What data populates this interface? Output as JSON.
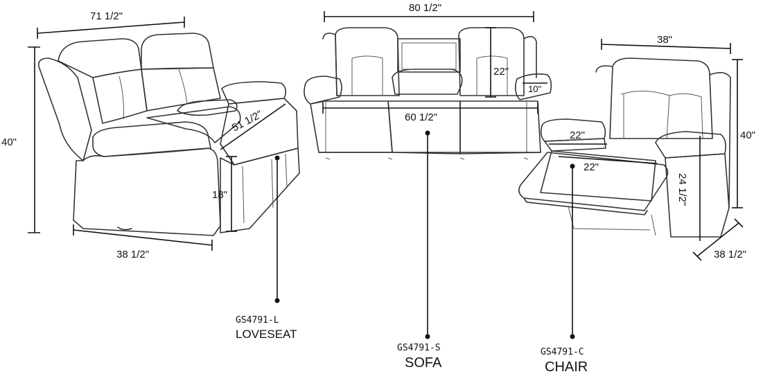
{
  "dimensions": {
    "loveseat_width": "71 1/2\"",
    "loveseat_height": "40\"",
    "loveseat_depth": "38 1/2\"",
    "loveseat_seat_height": "18\"",
    "loveseat_seat_width": "51 1/2\"",
    "sofa_width": "80 1/2\"",
    "sofa_back_height": "22\"",
    "sofa_arm_width": "10\"",
    "sofa_seat_width": "60 1/2\"",
    "chair_width": "38\"",
    "chair_height": "40\"",
    "chair_depth": "38 1/2\"",
    "chair_seat_width": "22\"",
    "chair_seat_depth": "22\"",
    "chair_leg_rest": "24 1/2\""
  },
  "products": {
    "loveseat": {
      "code": "GS4791-L",
      "name": "LOVESEAT"
    },
    "sofa": {
      "code": "GS4791-S",
      "name": "SOFA"
    },
    "chair": {
      "code": "GS4791-C",
      "name": "CHAIR"
    }
  }
}
